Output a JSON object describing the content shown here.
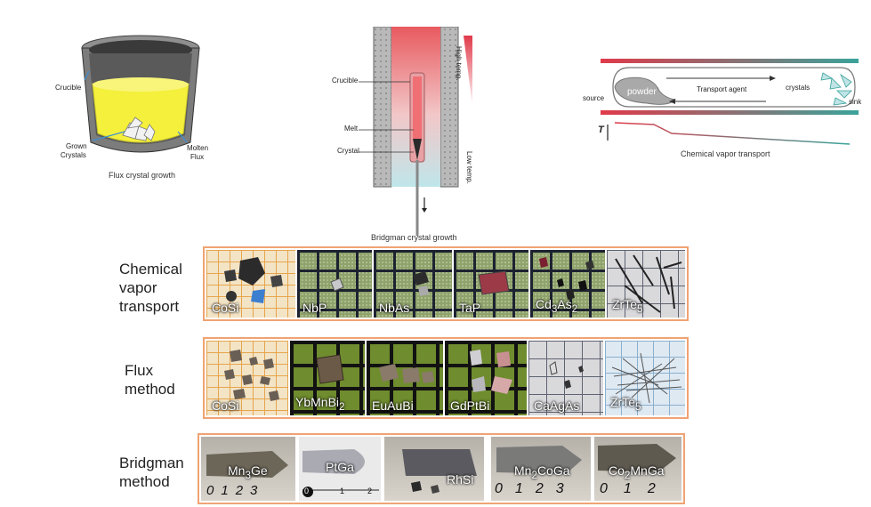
{
  "flux_diagram": {
    "labels": {
      "crucible": "Crucible",
      "grown_crystals_line1": "Grown",
      "grown_crystals_line2": "Crystals",
      "molten_line1": "Molten",
      "molten_line2": "Flux"
    },
    "caption": "Flux crystal growth"
  },
  "bridgman_diagram": {
    "labels": {
      "crucible": "Crucible",
      "melt": "Melt",
      "crystal": "Crystal",
      "high_temp": "High temp.",
      "low_temp": "Low temp."
    },
    "caption": "Bridgman crystal growth"
  },
  "cvt_diagram": {
    "labels": {
      "source": "source",
      "powder": "powder",
      "transport_agent": "Transport agent",
      "crystals": "crystals",
      "sink": "sink",
      "temperature": "T"
    },
    "caption": "Chemical vapor transport"
  },
  "rows": [
    {
      "label": [
        "Chemical",
        "vapor",
        "transport"
      ],
      "samples": [
        {
          "text": "CoSi"
        },
        {
          "text": "NbP"
        },
        {
          "text": "NbAs"
        },
        {
          "text": "TaP"
        },
        {
          "base": "Cd",
          "sub1": "3",
          "mid": "As",
          "sub2": "2"
        },
        {
          "base": "ZrTe",
          "sub1": "5"
        }
      ]
    },
    {
      "label": [
        "Flux",
        "method"
      ],
      "samples": [
        {
          "text": "CoSi"
        },
        {
          "base": "YbMnBi",
          "sub1": "2"
        },
        {
          "text": "EuAuBi"
        },
        {
          "text": "GdPtBi"
        },
        {
          "text": "CaAgAs"
        },
        {
          "base": "ZrTe",
          "sub1": "5"
        }
      ]
    },
    {
      "label": [
        "Bridgman",
        "method"
      ],
      "samples": [
        {
          "base": "Mn",
          "sub1": "3",
          "mid": "Ge"
        },
        {
          "text": "PtGa"
        },
        {
          "text": "RhSi"
        },
        {
          "base": "Mn",
          "sub1": "2",
          "mid": "CoGa"
        },
        {
          "base": "Co",
          "sub1": "2",
          "mid": "MnGa"
        }
      ],
      "ruler_digits": [
        [
          "0",
          "1",
          "2",
          "3"
        ],
        [
          "0",
          "1",
          "2"
        ],
        [],
        [
          "0",
          "1",
          "2",
          "3"
        ],
        [
          "0",
          "1",
          "2"
        ]
      ]
    }
  ],
  "colors": {
    "frame": "#f0a373",
    "hot": "#e03a4a",
    "cold": "#3aa39a",
    "flux_yellow": "#f4f03c"
  }
}
